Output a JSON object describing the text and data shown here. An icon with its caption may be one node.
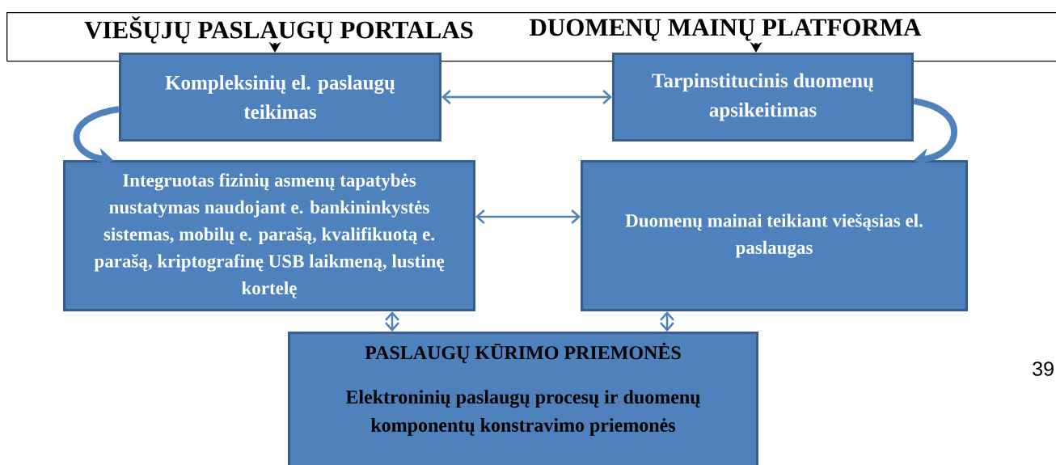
{
  "diagram": {
    "nodes": [
      {
        "text": [
          "VIEŠŲJŲ PASLAUGŲ PORTALAS",
          "DUOMENŲ MAINŲ PLATFORMA"
        ]
      },
      {
        "text": [
          "Kompleksinių el. paslaugų teikimas"
        ]
      },
      {
        "text": [
          "Tarpinstitucinis duomenų apsikeitimas"
        ]
      },
      {
        "text": [
          "Integruotas fizinių asmenų tapatybės nustatymas naudojant e. bankininkystės sistemas, mobilų e. parašą, kvalifikuotą e. parašą, kriptografinę USB laikmeną, lustinę kortelę"
        ]
      },
      {
        "text": [
          "Duomenų mainai teikiant viešąsias el. paslaugas"
        ]
      },
      {
        "text": [
          "PASLAUGŲ KŪRIMO PRIEMONĖS",
          "Elektroninių paslaugų procesų ir duomenų komponentų konstravimo priemonės"
        ]
      }
    ],
    "edges": [
      {
        "from": 0,
        "to": 1,
        "arrow": "to",
        "color": "#000000"
      },
      {
        "from": 0,
        "to": 2,
        "arrow": "to",
        "color": "#000000"
      },
      {
        "from": 1,
        "to": 2,
        "arrow": "both"
      },
      {
        "from": 1,
        "to": 3,
        "arrow": "to",
        "style": "thick"
      },
      {
        "from": 2,
        "to": 4,
        "arrow": "to",
        "style": "thick"
      },
      {
        "from": 3,
        "to": 4,
        "arrow": "both"
      },
      {
        "from": 3,
        "to": 5,
        "arrow": "both"
      },
      {
        "from": 4,
        "to": 5,
        "arrow": "both"
      }
    ],
    "labels": [
      "39"
    ]
  }
}
